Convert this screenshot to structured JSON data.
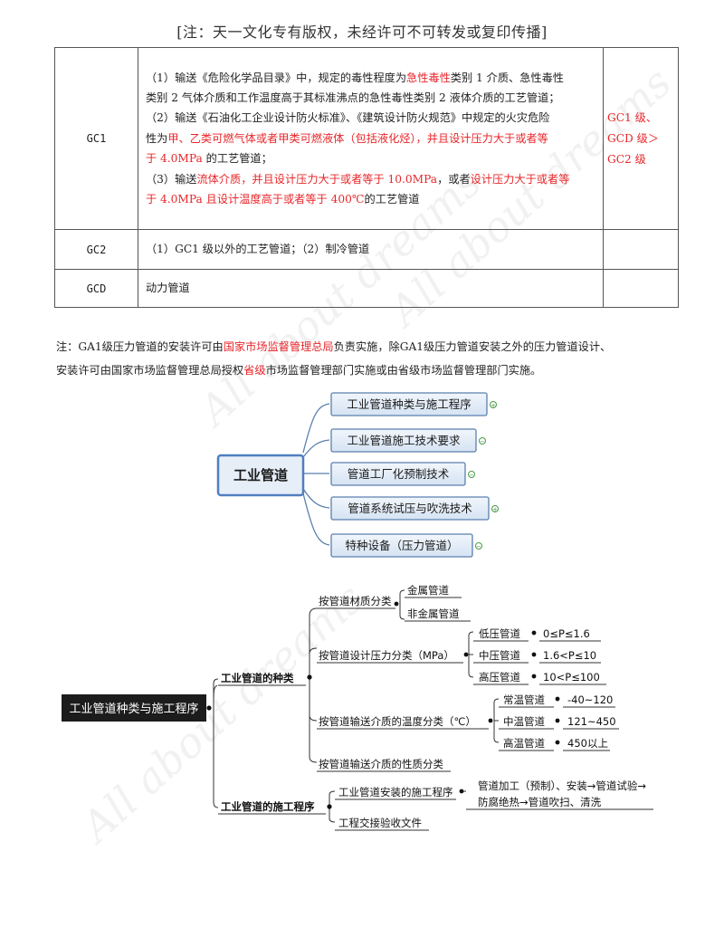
{
  "header_note": "[注：天一文化专有版权，未经许可不可转发或复印传播]",
  "table": {
    "rows": [
      {
        "code": "GC1",
        "lines": [
          [
            {
              "t": "（1）输送《危险化学品目录》中，规定的毒性程度为"
            },
            {
              "t": "急性毒性",
              "red": true
            },
            {
              "t": "类别 1 介质、急性毒性"
            }
          ],
          [
            {
              "t": "类别 2 气体介质和工作温度高于其标准沸点的急性毒性类别 2 液体介质的工艺管道；"
            }
          ],
          [
            {
              "t": "（2）输送《石油化工企业设计防火标准》、《建筑设计防火规范》中规定的火灾危险"
            }
          ],
          [
            {
              "t": "性为"
            },
            {
              "t": "甲、乙类可燃气体或者甲类可燃液体（包括液化烃），并且设计压力大于或者等",
              "red": true
            }
          ],
          [
            {
              "t": "于 4.0MPa",
              "red": true
            },
            {
              "t": " 的工艺管道；"
            }
          ],
          [
            {
              "t": "（3）输送"
            },
            {
              "t": "流体介质，并且设计压力大于或者等于 10.0MPa",
              "red": true
            },
            {
              "t": "，或者"
            },
            {
              "t": "设计压力大于或者等",
              "red": true
            }
          ],
          [
            {
              "t": "于 4.0MPa 且设计温度高于或者等于 400℃",
              "red": true
            },
            {
              "t": "的工艺管道"
            }
          ]
        ],
        "level_lines": [
          "GC1 级、",
          "GCD 级＞",
          "GC2 级"
        ]
      },
      {
        "code": "GC2",
        "lines": [
          [
            {
              "t": "（1）GC1 级以外的工艺管道；（2）制冷管道"
            }
          ]
        ],
        "level_lines": []
      },
      {
        "code": "GCD",
        "lines": [
          [
            {
              "t": "动力管道"
            }
          ]
        ],
        "level_lines": []
      }
    ]
  },
  "note": {
    "line1": [
      {
        "t": "注：GA1级压力管道的安装许可由"
      },
      {
        "t": "国家市场监督管理总局",
        "red": true
      },
      {
        "t": "负责实施，除GA1级压力管道安装之外的压力管道设计、"
      }
    ],
    "line2": [
      {
        "t": "安装许可由国家市场监督管理总局授权"
      },
      {
        "t": "省级",
        "red": true
      },
      {
        "t": "市场监督管理部门实施或由省级市场监督管理部门实施。"
      }
    ]
  },
  "mindmap1": {
    "center": "工业管道",
    "branches": [
      "工业管道种类与施工程序",
      "工业管道施工技术要求",
      "管道工厂化预制技术",
      "管道系统试压与吹洗技术",
      "特种设备（压力管道）"
    ],
    "colors": {
      "box_fill": "#dfe9f5",
      "box_border": "#4f7fc0",
      "center_fill": "#e6eef8",
      "line": "#5b7fae"
    }
  },
  "mindmap2": {
    "root": "工业管道种类与施工程序",
    "types": {
      "label": "工业管道的种类",
      "material": {
        "label": "按管道材质分类",
        "items": [
          "金属管道",
          "非金属管道"
        ]
      },
      "pressure": {
        "label": "按管道设计压力分类（MPa）",
        "items": [
          {
            "name": "低压管道",
            "range": "0≤P≤1.6"
          },
          {
            "name": "中压管道",
            "range": "1.6<P≤10"
          },
          {
            "name": "高压管道",
            "range": "10<P≤100"
          }
        ]
      },
      "temperature": {
        "label": "按管道输送介质的温度分类（℃）",
        "items": [
          {
            "name": "常温管道",
            "range": "-40~120"
          },
          {
            "name": "中温管道",
            "range": "121~450"
          },
          {
            "name": "高温管道",
            "range": "450以上"
          }
        ]
      },
      "medium": {
        "label": "按管道输送介质的性质分类"
      }
    },
    "procedure": {
      "label": "工业管道的施工程序",
      "install": {
        "label": "工业管道安装的施工程序",
        "detail_line1": "管道加工（预制）、安装→管道试验→",
        "detail_line2": "防腐绝热→管道吹扫、清洗"
      },
      "handover": {
        "label": "工程交接验收文件"
      }
    }
  },
  "watermarks": [
    "All about dreams",
    "All about dreams",
    "All about dreams"
  ]
}
